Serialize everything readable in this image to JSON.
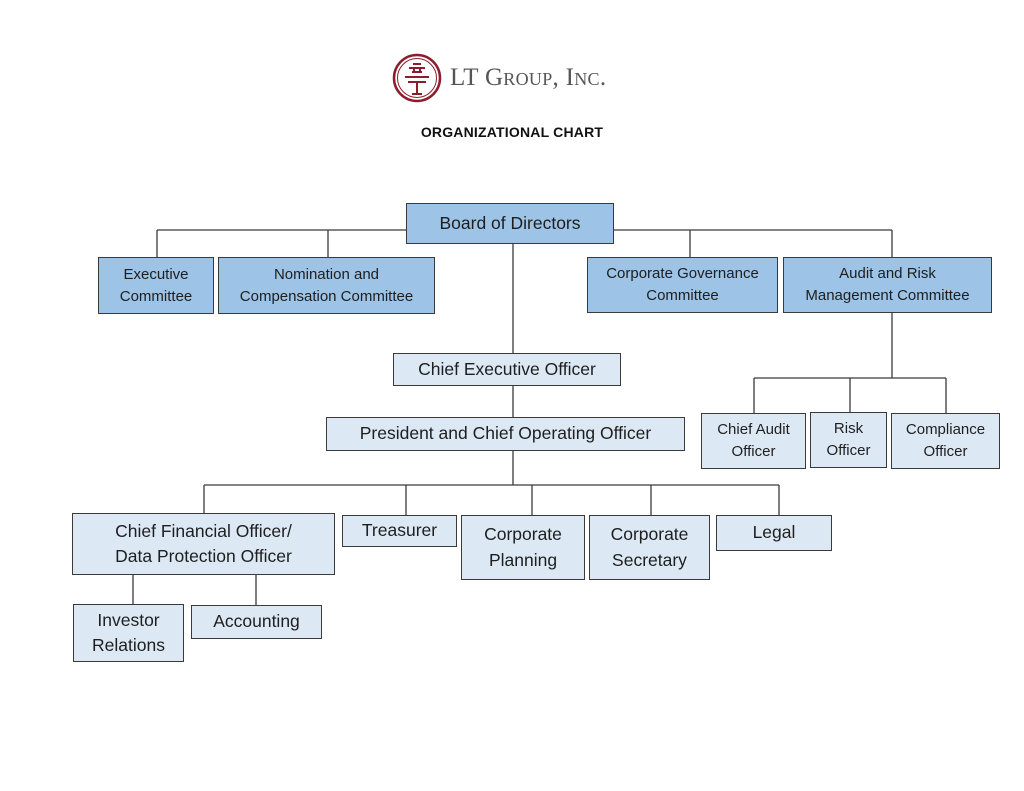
{
  "header": {
    "company_name": "LT Group, Inc.",
    "logo_icon": "lt-group-seal-logo",
    "brand_color": "#8b1d2c",
    "title": "ORGANIZATIONAL CHART"
  },
  "colors": {
    "committee_fill": "#9dc3e6",
    "officer_fill": "#dce9f5",
    "border": "#3a3a3a",
    "connector": "#3a3a3a"
  },
  "nodes": {
    "board": "Board of Directors",
    "executive_committee": "Executive Committee",
    "nomination_committee": "Nomination and Compensation Committee",
    "governance_committee": "Corporate Governance Committee",
    "audit_risk_committee": "Audit and Risk Management Committee",
    "ceo": "Chief Executive Officer",
    "president_coo": "President and Chief Operating Officer",
    "chief_audit_officer": "Chief Audit Officer",
    "risk_officer": "Risk Officer",
    "compliance_officer": "Compliance Officer",
    "cfo_dpo": "Chief Financial Officer/ Data Protection Officer",
    "treasurer": "Treasurer",
    "corporate_planning": "Corporate Planning",
    "corporate_secretary": "Corporate Secretary",
    "legal": "Legal",
    "investor_relations": "Investor Relations",
    "accounting": "Accounting"
  },
  "hierarchy": {
    "Board of Directors": [
      "Executive Committee",
      "Nomination and Compensation Committee",
      "Corporate Governance Committee",
      "Audit and Risk Management Committee",
      "Chief Executive Officer"
    ],
    "Audit and Risk Management Committee": [
      "Chief Audit Officer",
      "Risk Officer",
      "Compliance Officer"
    ],
    "Chief Executive Officer": [
      "President and Chief Operating Officer"
    ],
    "President and Chief Operating Officer": [
      "Chief Financial Officer/ Data Protection Officer",
      "Treasurer",
      "Corporate Planning",
      "Corporate Secretary",
      "Legal"
    ],
    "Chief Financial Officer/ Data Protection Officer": [
      "Investor Relations",
      "Accounting"
    ]
  }
}
